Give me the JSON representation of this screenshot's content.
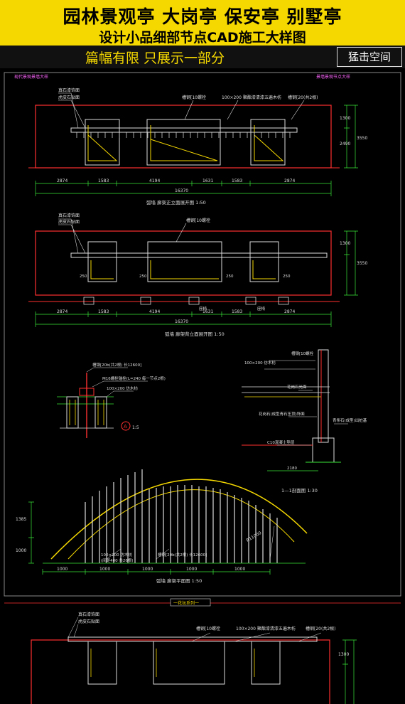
{
  "header": {
    "title": "园林景观亭 大岗亭 保安亭 别墅亭",
    "subtitle": "设计小品细部节点CAD施工大样图",
    "notice": "篇幅有限 只展示一部分",
    "brand": "猛击空间"
  },
  "sheet": {
    "corner_left": "现代景观景墙大样",
    "corner_right": "景墙景观节点大样",
    "elev1": {
      "notes": [
        "真石漆饰面",
        "虎皮石贴面"
      ],
      "callouts": [
        "槽钢[10螺栓",
        "100×200 聚酯漆清漆五遍木枋",
        "槽钢[20(共2根)"
      ],
      "dims": [
        "2874",
        "1583",
        "4194",
        "1631",
        "1583",
        "2874"
      ],
      "total": "16370",
      "vdims": [
        "1300",
        "2490",
        "3550"
      ],
      "caption": "弧墙  廊架正立面展开图  1:50"
    },
    "elev2": {
      "notes": [
        "真石漆饰面",
        "虎皮石贴面"
      ],
      "callouts": [
        "槽钢[10螺栓"
      ],
      "labels": [
        "250",
        "250",
        "250",
        "250"
      ],
      "steps": [
        "座椅",
        "座椅"
      ],
      "dims": [
        "2874",
        "1583",
        "4194",
        "1631",
        "1583",
        "2874"
      ],
      "total": "16370",
      "vdims": [
        "1300",
        "3550"
      ],
      "caption": "弧墙  廊架背立面展开图  1:50"
    },
    "detailA": {
      "notes": [
        "槽钢[20b(共2根) 长12600]",
        "M16螺栓锚栓(L=240 每一节点2根)",
        "100×200 仿木枋"
      ],
      "marker": "A",
      "scale": "1:5"
    },
    "section": {
      "notes": [
        "100×200 仿木枋",
        "槽钢[10螺栓",
        "花岗石光面",
        "花岗石(成型青石压顶)饰面",
        "青条石(成型)出桩基",
        "C10混凝土垫层"
      ],
      "dims": [
        "2180"
      ],
      "caption": "1—1剖面图  1:30"
    },
    "plan": {
      "notes": [
        "100×200 仿木枋",
        "槽钢[20b(共2根) 长12600]",
        "(间距400 共26根)"
      ],
      "dims": [
        "1000",
        "1000",
        "1000",
        "1000",
        "1000"
      ],
      "vdims": [
        "1385",
        "1000"
      ],
      "radius": "R11000",
      "caption": "弧墙  廊架平面图  1:50"
    },
    "separator_label": "一花坛系列一",
    "elev3": {
      "notes": [
        "真石漆饰面",
        "虎皮石贴面"
      ],
      "callouts": [
        "槽钢[10螺栓",
        "100×200 聚酯漆清漆五遍木枋",
        "槽钢[20(共2根)"
      ],
      "vdims": [
        "1300"
      ]
    }
  }
}
